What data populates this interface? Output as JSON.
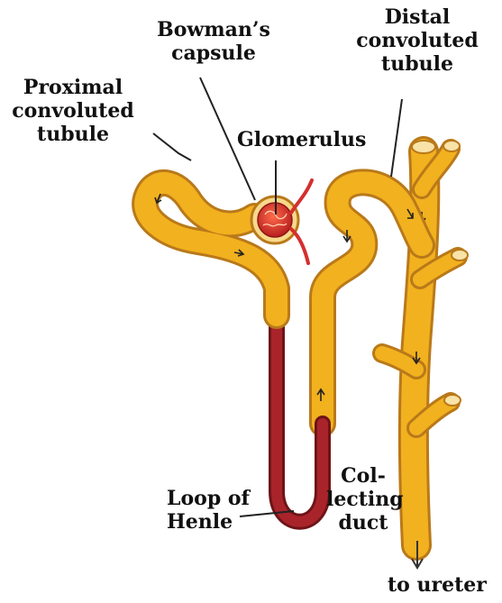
{
  "labels": {
    "bowmans_capsule": [
      "Bowman’s",
      "capsule"
    ],
    "distal_tubule": [
      "Distal",
      "convoluted",
      "tubule"
    ],
    "proximal_tubule": [
      "Proximal",
      "convoluted",
      "tubule"
    ],
    "glomerulus": "Glomerulus",
    "loop_of_henle": [
      "Loop of",
      "Henle"
    ],
    "collecting_duct": [
      "Col-",
      "lecting",
      "duct"
    ],
    "to_ureter": "to ureter"
  },
  "colors": {
    "tubule_fill": "#f2b11e",
    "tubule_outline": "#b9791a",
    "loop_fill": "#a9242a",
    "glomerulus": "#d42f2f",
    "capsule": "#f7d98a",
    "text": "#111111"
  }
}
